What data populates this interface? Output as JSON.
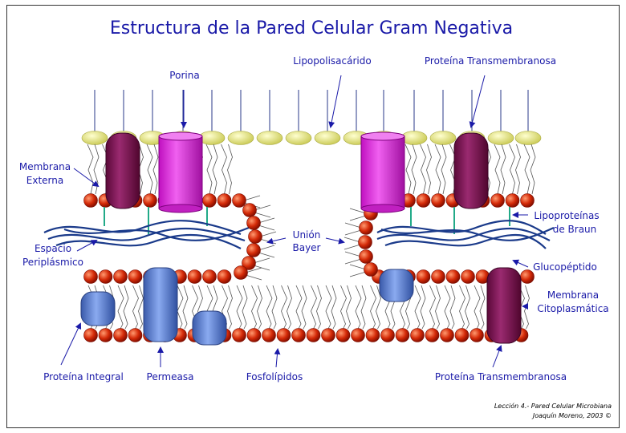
{
  "title": "Estructura de la Pared Celular Gram Negativa",
  "labels": {
    "porina": "Porina",
    "lipopolisacarido": "Lipopolisacárido",
    "proteina_transmembranosa_top": "Proteína Transmembranosa",
    "membrana_externa_1": "Membrana",
    "membrana_externa_2": "Externa",
    "lipoproteinas_1": "Lipoproteínas",
    "lipoproteinas_2": "de Braun",
    "union_1": "Unión",
    "union_2": "Bayer",
    "espacio_1": "Espacio",
    "espacio_2": "Periplásmico",
    "glucopeptido": "Glucopéptido",
    "membrana_cito_1": "Membrana",
    "membrana_cito_2": "Citoplasmática",
    "proteina_integral": "Proteína Integral",
    "permeasa": "Permeasa",
    "fosfolipidos": "Fosfolípidos",
    "proteina_transmembranosa_bottom": "Proteína Transmembranosa"
  },
  "credit": {
    "line1": "Lección 4.- Pared Celular Microbiana",
    "line2": "Joaquín Moreno, 2003 ©"
  },
  "colors": {
    "label": "#1a1aa8",
    "lps_head": "#e8e87a",
    "phospholipid_head": "#cc2200",
    "porin": "#cc22cc",
    "transmembrane_protein": "#7a1050",
    "integral_protein": "#5577cc",
    "peptidoglycan": "#1a3a8a",
    "lipoprotein": "#22aa88"
  }
}
